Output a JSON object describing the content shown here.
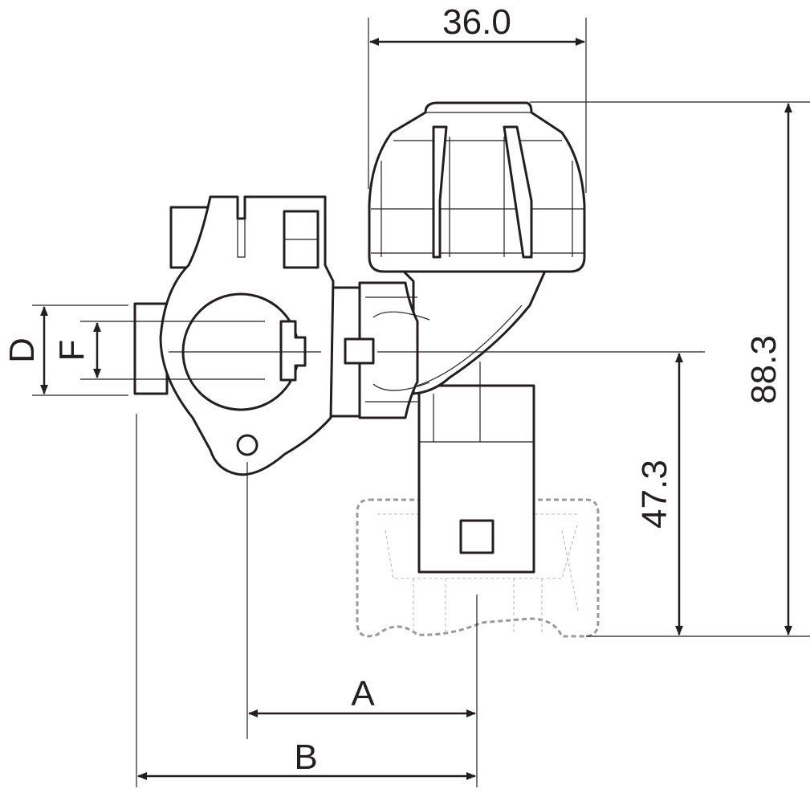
{
  "dimensions": {
    "width_top": "36.0",
    "height_total": "88.3",
    "height_axis": "47.3",
    "dim_a": "A",
    "dim_b": "B",
    "dim_d": "D",
    "dim_f": "F"
  },
  "colors": {
    "line": "#231f20",
    "ghost": "#9a9a9a"
  }
}
